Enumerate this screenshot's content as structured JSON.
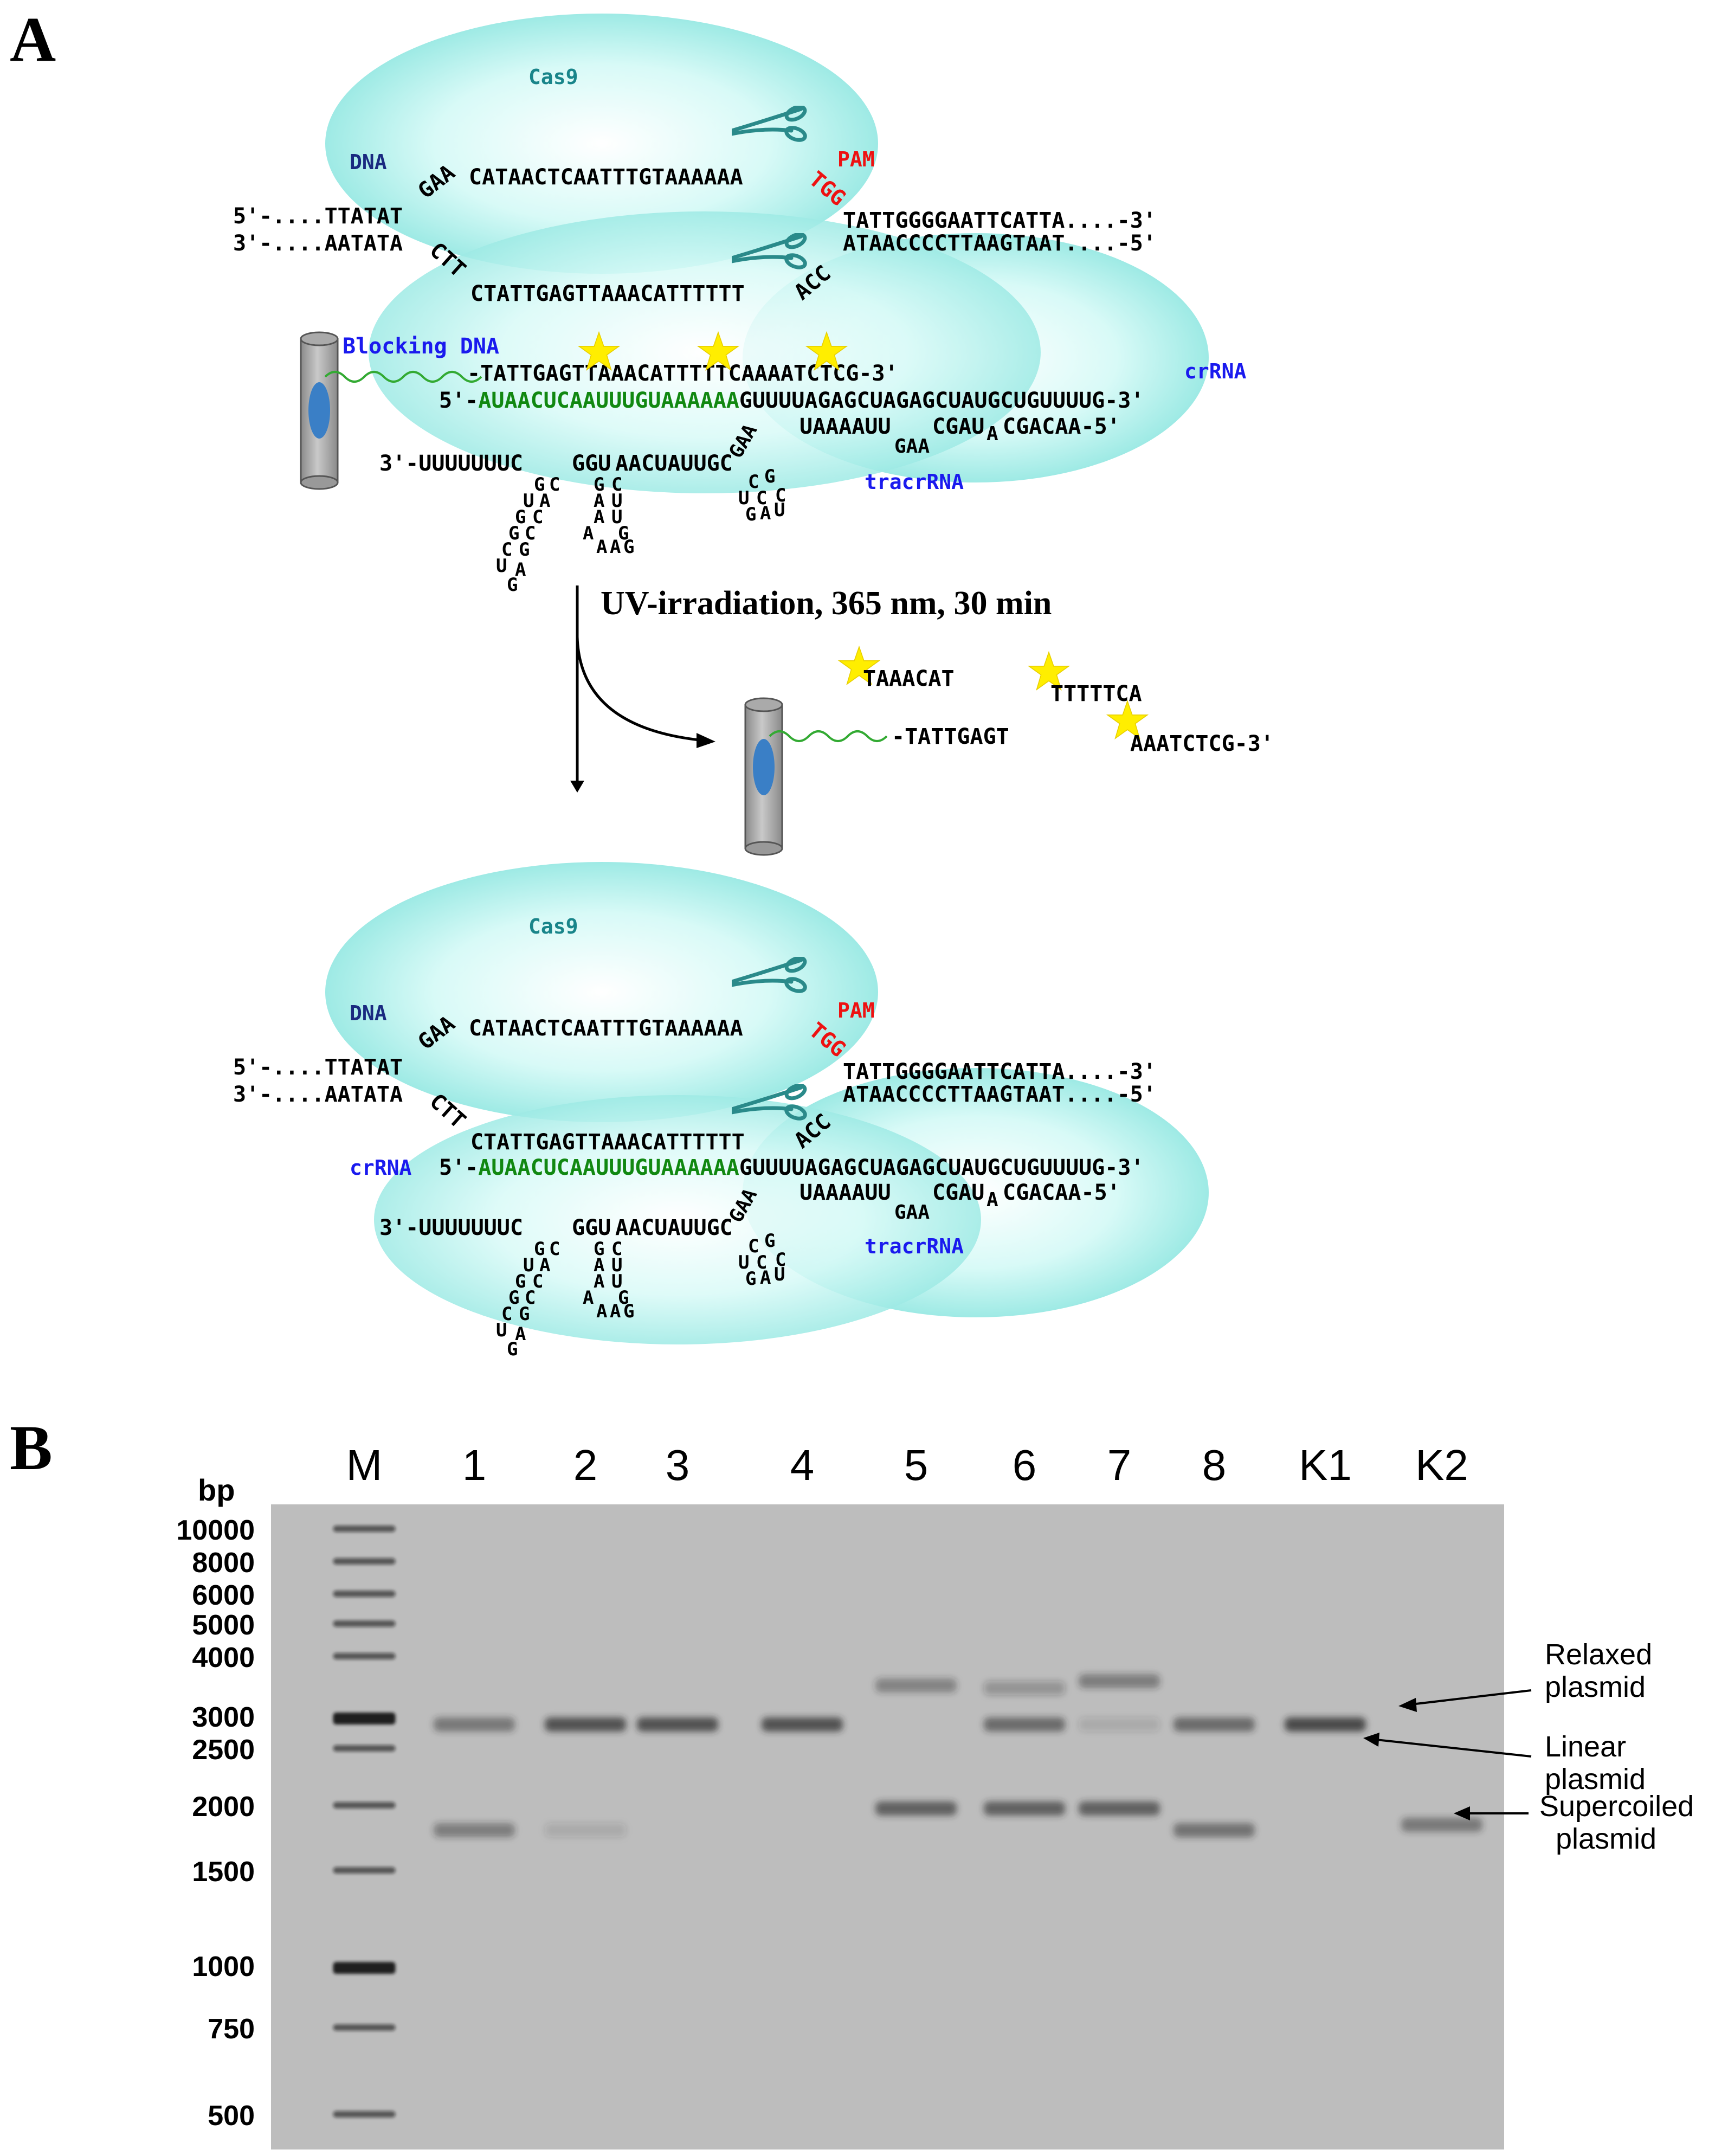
{
  "panel_a": {
    "letter": "A",
    "top": {
      "cas9": "Cas9",
      "dna": "DNA",
      "pam": "PAM",
      "tgg": "TGG",
      "dna_top_left": "5'-....TTATAT",
      "dna_top_loop": "GAA",
      "dna_top_mid": "CATAACTCAATTTGTAAAAAA",
      "dna_top_right": "TATTGGGGAATTCATTA....-3'",
      "dna_bot_left": "3'-....AATATA",
      "dna_bot_loop": "CTT",
      "dna_bot_mid": "CTATTGAGTTAAACATTTTTT",
      "dna_bot_acc": "ACC",
      "dna_bot_right": "ATAACCCCTTAAGTAAT....-5'",
      "blocking_label": "Blocking DNA",
      "blocking_seq": "-TATTGAGTTAAACATTTTTCAAAATCTCG-3'",
      "crrna_label": "crRNA",
      "crrna_prefix": "5'-",
      "crrna_green": "AUAACUCAAUUUGUAAAAAA",
      "crrna_rest": "GUUUUAGAGCUAGAGCUAUGCUGUUUUG-3'",
      "tracr_right": "UAAAAUU",
      "tracr_cgau": "CGAU",
      "tracr_a": "A",
      "tracr_end": "CGACAA-5'",
      "tracr_gaa": "GAA",
      "tracr_left": "3'-UUUUUUUC",
      "tracr_ggu": "GGU",
      "tracr_mid": "AACUAUUGC",
      "tracr_gaa2": "GAA",
      "tracr_label": "tracrRNA"
    },
    "uv_label": "UV-irradiation, 365 nm, 30 min",
    "fragments": {
      "f1": "TAAACAT",
      "f2": "TTTTTCA",
      "f3": "AAATCTCG-3'",
      "anchor": "-TATTGAGT"
    },
    "bottom": {
      "cas9": "Cas9",
      "dna": "DNA",
      "pam": "PAM",
      "crrna_label": "crRNA",
      "tracr_label": "tracrRNA"
    }
  },
  "panel_b": {
    "letter": "B",
    "bp_label": "bp",
    "lanes": [
      "M",
      "1",
      "2",
      "3",
      "4",
      "5",
      "6",
      "7",
      "8",
      "K1",
      "K2"
    ],
    "ladder": [
      "10000",
      "8000",
      "6000",
      "5000",
      "4000",
      "3000",
      "2500",
      "2000",
      "1500",
      "1000",
      "750",
      "500"
    ],
    "annotations": {
      "relaxed": [
        "Relaxed",
        "plasmid"
      ],
      "linear": [
        "Linear",
        "plasmid"
      ],
      "supercoiled": [
        "Supercoiled",
        "plasmid"
      ]
    },
    "bands": [
      {
        "lane": "1",
        "relaxed": 0.0,
        "linear": 0.55,
        "supercoiled": 0.5
      },
      {
        "lane": "2",
        "relaxed": 0.0,
        "linear": 0.85,
        "supercoiled": 0.15
      },
      {
        "lane": "3",
        "relaxed": 0.0,
        "linear": 0.85,
        "supercoiled": 0.0
      },
      {
        "lane": "4",
        "relaxed": 0.0,
        "linear": 0.85,
        "supercoiled": 0.0
      },
      {
        "lane": "5",
        "relaxed": 0.45,
        "linear": 0.0,
        "supercoiled": 0.75
      },
      {
        "lane": "6",
        "relaxed": 0.3,
        "linear": 0.65,
        "supercoiled": 0.75
      },
      {
        "lane": "7",
        "relaxed": 0.5,
        "linear": 0.15,
        "supercoiled": 0.75
      },
      {
        "lane": "8",
        "relaxed": 0.0,
        "linear": 0.65,
        "supercoiled": 0.6
      },
      {
        "lane": "K1",
        "relaxed": 0.0,
        "linear": 0.9,
        "supercoiled": 0.0
      },
      {
        "lane": "K2",
        "relaxed": 0.0,
        "linear": 0.0,
        "supercoiled": 0.55
      }
    ]
  },
  "colors": {
    "cas9": "#aef0ec",
    "pam": "#ee1111",
    "blue_label": "#1a1aee",
    "navy_label": "#1a2a80",
    "green_rna": "#118811",
    "star": "#ffee00",
    "teal": "#19858a",
    "gel": "#bdbdbd"
  }
}
